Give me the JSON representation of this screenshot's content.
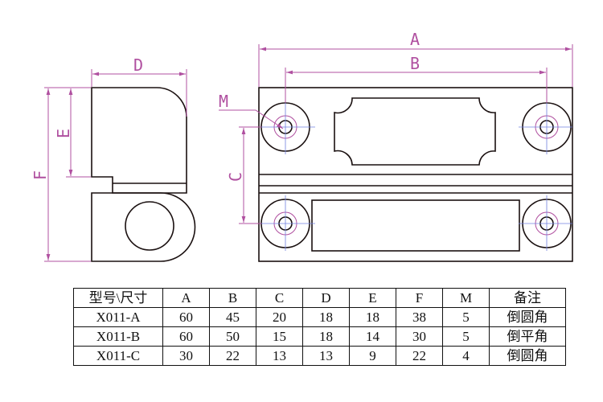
{
  "dimension_labels": {
    "A": "A",
    "B": "B",
    "C": "C",
    "D": "D",
    "E": "E",
    "F": "F",
    "M": "M"
  },
  "colors": {
    "dimension": "#b050a0",
    "centerline": "#7080e0",
    "outline": "#1a1010"
  },
  "table": {
    "headers": [
      "型号\\尺寸",
      "A",
      "B",
      "C",
      "D",
      "E",
      "F",
      "M",
      "备注"
    ],
    "rows": [
      [
        "X011-A",
        "60",
        "45",
        "20",
        "18",
        "18",
        "38",
        "5",
        "倒圆角"
      ],
      [
        "X011-B",
        "60",
        "50",
        "15",
        "18",
        "14",
        "30",
        "5",
        "倒平角"
      ],
      [
        "X011-C",
        "30",
        "22",
        "13",
        "13",
        "9",
        "22",
        "4",
        "倒圆角"
      ]
    ]
  }
}
